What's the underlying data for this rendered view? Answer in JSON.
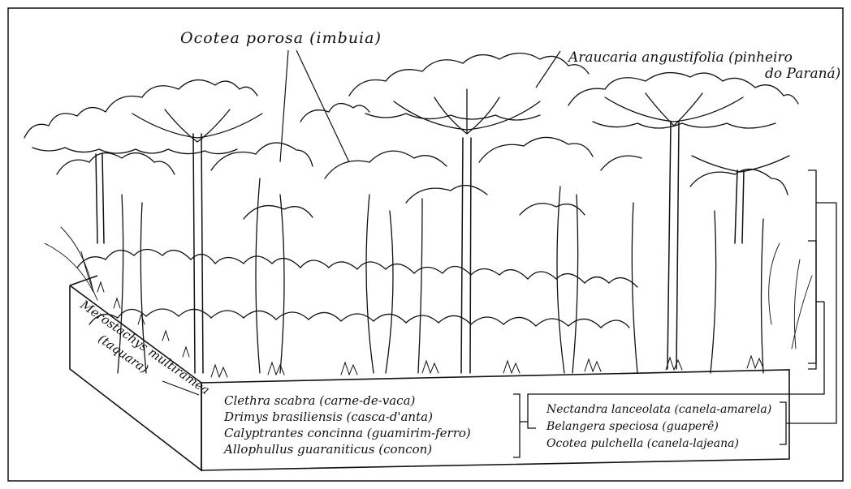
{
  "labels": {
    "ocotea_porosa": "Ocotea porosa (imbuia)",
    "araucaria_line1": "Araucaria angustifolia (pinheiro",
    "araucaria_line2": "do Paraná)",
    "merostachys_line1": "Merostachys multiramea",
    "merostachys_line2": "(taquara)"
  },
  "legend_left": [
    "Clethra scabra (carne-de-vaca)",
    "Drimys brasiliensis (casca-d'anta)",
    "Calyptrantes concinna (guamirim-ferro)",
    "Allophullus guaraniticus (concon)"
  ],
  "legend_right": [
    "Nectandra lanceolata (canela-amarela)",
    "Belangera speciosa (guaperê)",
    "Ocotea pulchella (canela-lajeana)"
  ],
  "colors": {
    "ink": "#111111",
    "paper": "#ffffff"
  }
}
